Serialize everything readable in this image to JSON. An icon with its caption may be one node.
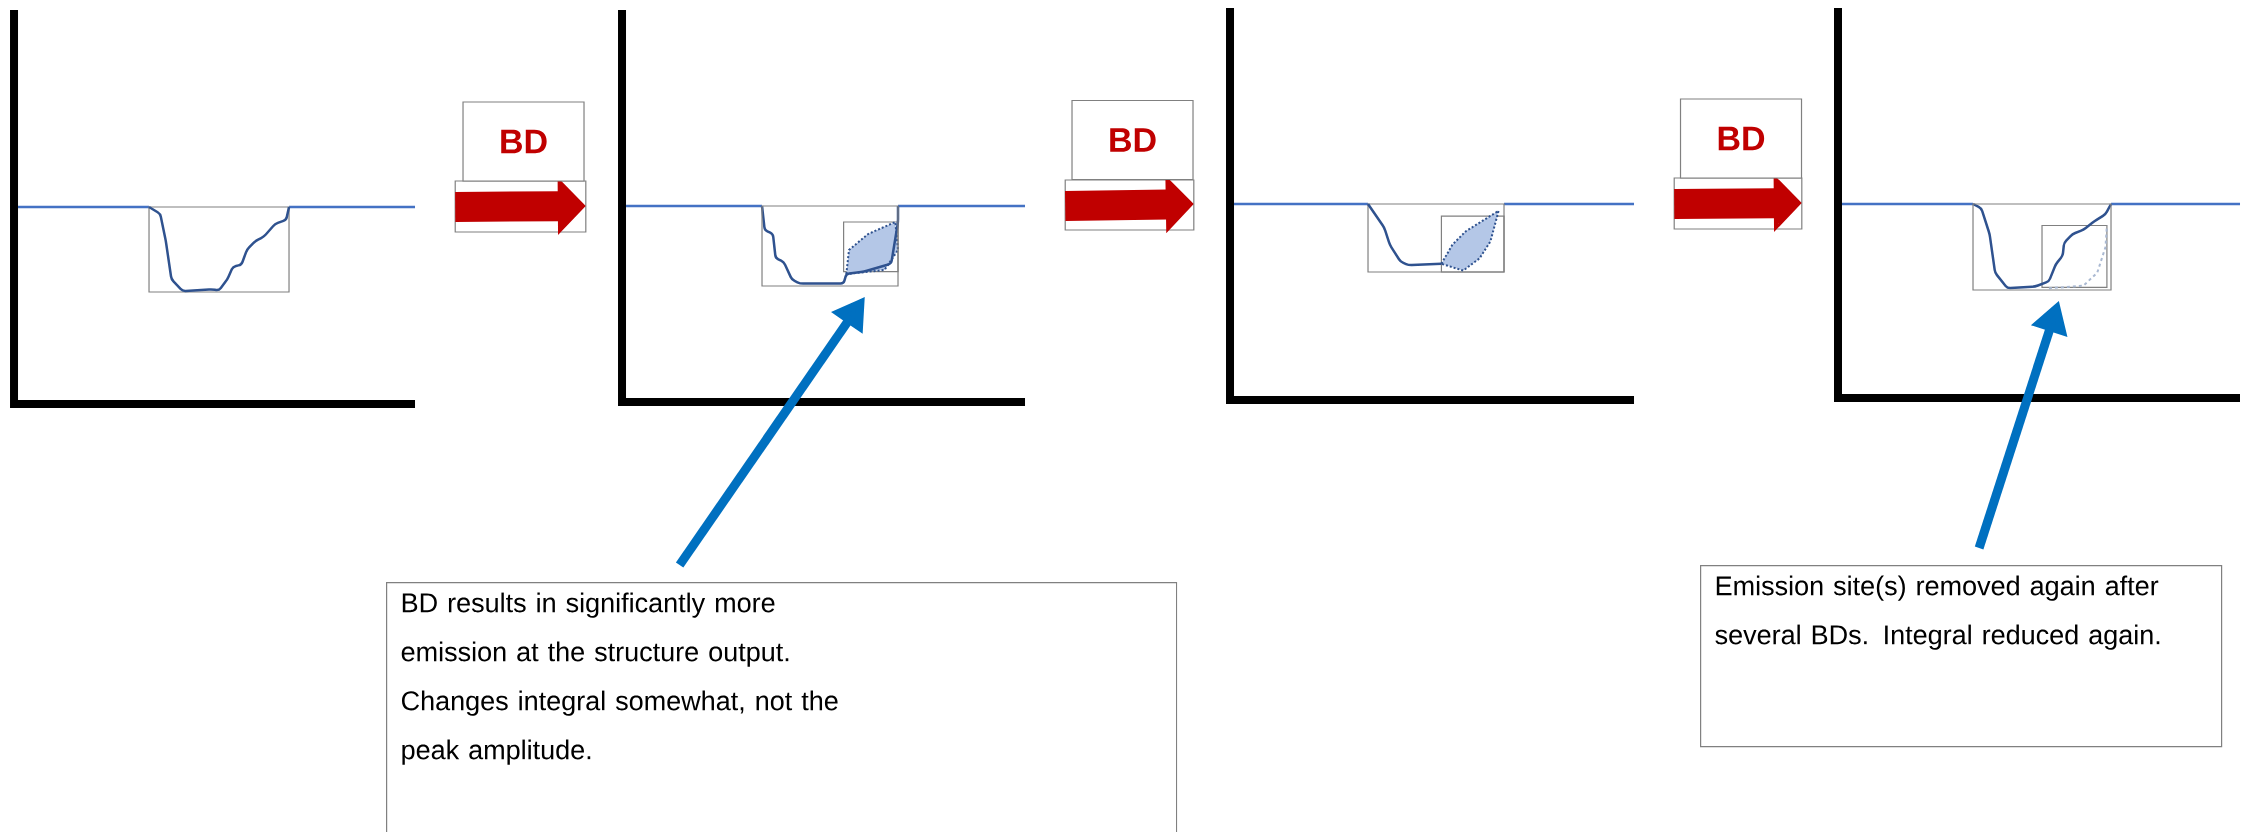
{
  "diagram": {
    "nodes": [
      {
        "text": [],
        "shape": "picture"
      },
      {
        "text": [],
        "shape": "picture"
      },
      {
        "text": [],
        "shape": "picture"
      },
      {
        "text": [],
        "shape": "picture"
      },
      {
        "text": [],
        "shape": "box",
        "in": 1
      },
      {
        "text": [],
        "shape": "box",
        "in": 3
      },
      {
        "text": [
          "BD results in significantly more emission at the structure output. Changes integral somewhat, not the peak amplitude."
        ]
      },
      {
        "text": [
          "Emission site(s) removed again after several BDs. Integral reduced again."
        ]
      }
    ],
    "edges": [
      {
        "from": 0,
        "to": 1,
        "arrow": "to",
        "label": "BD",
        "color": "#c00000"
      },
      {
        "from": 1,
        "to": 2,
        "arrow": "to",
        "label": "BD",
        "color": "#c00000"
      },
      {
        "from": 2,
        "to": 3,
        "arrow": "to",
        "label": "BD",
        "color": "#c00000"
      },
      {
        "from": 6,
        "to": 4,
        "arrow": "to",
        "color": "#0070c0"
      },
      {
        "from": 7,
        "to": 5,
        "arrow": "to",
        "color": "#0070c0"
      }
    ]
  }
}
